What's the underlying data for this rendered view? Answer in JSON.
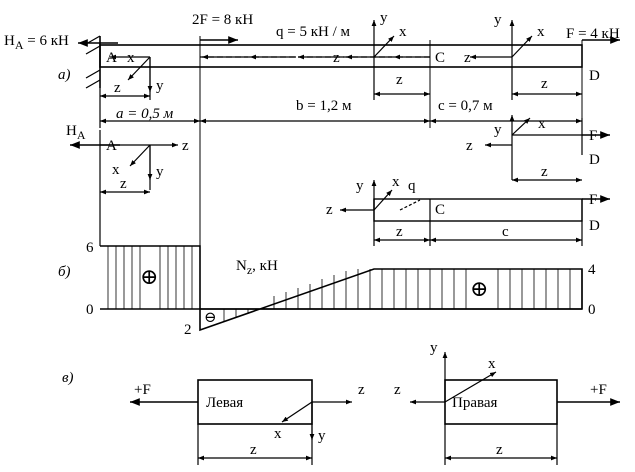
{
  "labels": {
    "HA_eq": "H",
    "HA_sub": "A",
    "HA_val": " = 6 кН",
    "force_2F": "2F = 8 кН",
    "load_q": "q = 5 кН / м",
    "force_F": "F = 4 кН",
    "part_a": "а)",
    "part_b": "б)",
    "part_v": "в)",
    "dim_a": "а = 0,5 м",
    "dim_b": "b = 1,2 м",
    "dim_c": "c = 0,7 м",
    "pt_A": "A",
    "pt_C": "C",
    "pt_D": "D",
    "F": "F",
    "q": "q",
    "x": "x",
    "y": "y",
    "z": "z",
    "c": "c",
    "Nz_N": "N",
    "Nz_sub": "z",
    "Nz_unit": ", кН",
    "tick_6": "6",
    "tick_0_left": "0",
    "tick_2": "2",
    "tick_4": "4",
    "tick_0_right": "0",
    "plus": "⊕",
    "minus": "⊖",
    "left_part": "Левая",
    "right_part": "Правая",
    "plusF": "+F"
  },
  "chart_data": {
    "type": "area",
    "title": "",
    "ylabel": "N_z, кН",
    "x_sections_m": [
      0,
      0.5,
      1.7,
      2.4
    ],
    "segments": [
      {
        "x": [
          0,
          0.5
        ],
        "values": [
          6,
          6
        ],
        "sign": "+"
      },
      {
        "x": [
          0.5,
          1.7
        ],
        "values": [
          -2,
          4
        ],
        "sign": "±"
      },
      {
        "x": [
          1.7,
          2.4
        ],
        "values": [
          4,
          4
        ],
        "sign": "+"
      }
    ]
  }
}
